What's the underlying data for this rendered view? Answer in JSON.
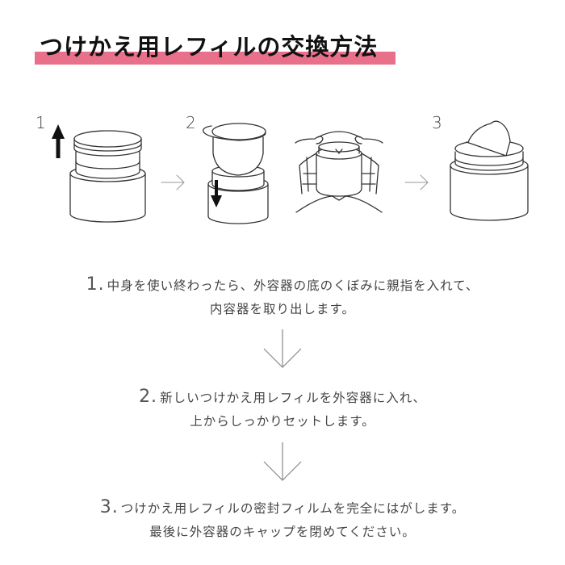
{
  "title": "つけかえ用レフィルの交換方法",
  "accent_color": "#e8708a",
  "illustrations": {
    "step_numbers": [
      "1",
      "2",
      "3"
    ]
  },
  "steps": [
    {
      "number": "1.",
      "line1": "中身を使い終わったら、外容器の底のくぼみに親指を入れて、",
      "line2": "内容器を取り出します。"
    },
    {
      "number": "2.",
      "line1": "新しいつけかえ用レフィルを外容器に入れ、",
      "line2": "上からしっかりセットします。"
    },
    {
      "number": "3.",
      "line1": "つけかえ用レフィルの密封フィルムを完全にはがします。",
      "line2": "最後に外容器のキャップを閉めてください。"
    }
  ]
}
